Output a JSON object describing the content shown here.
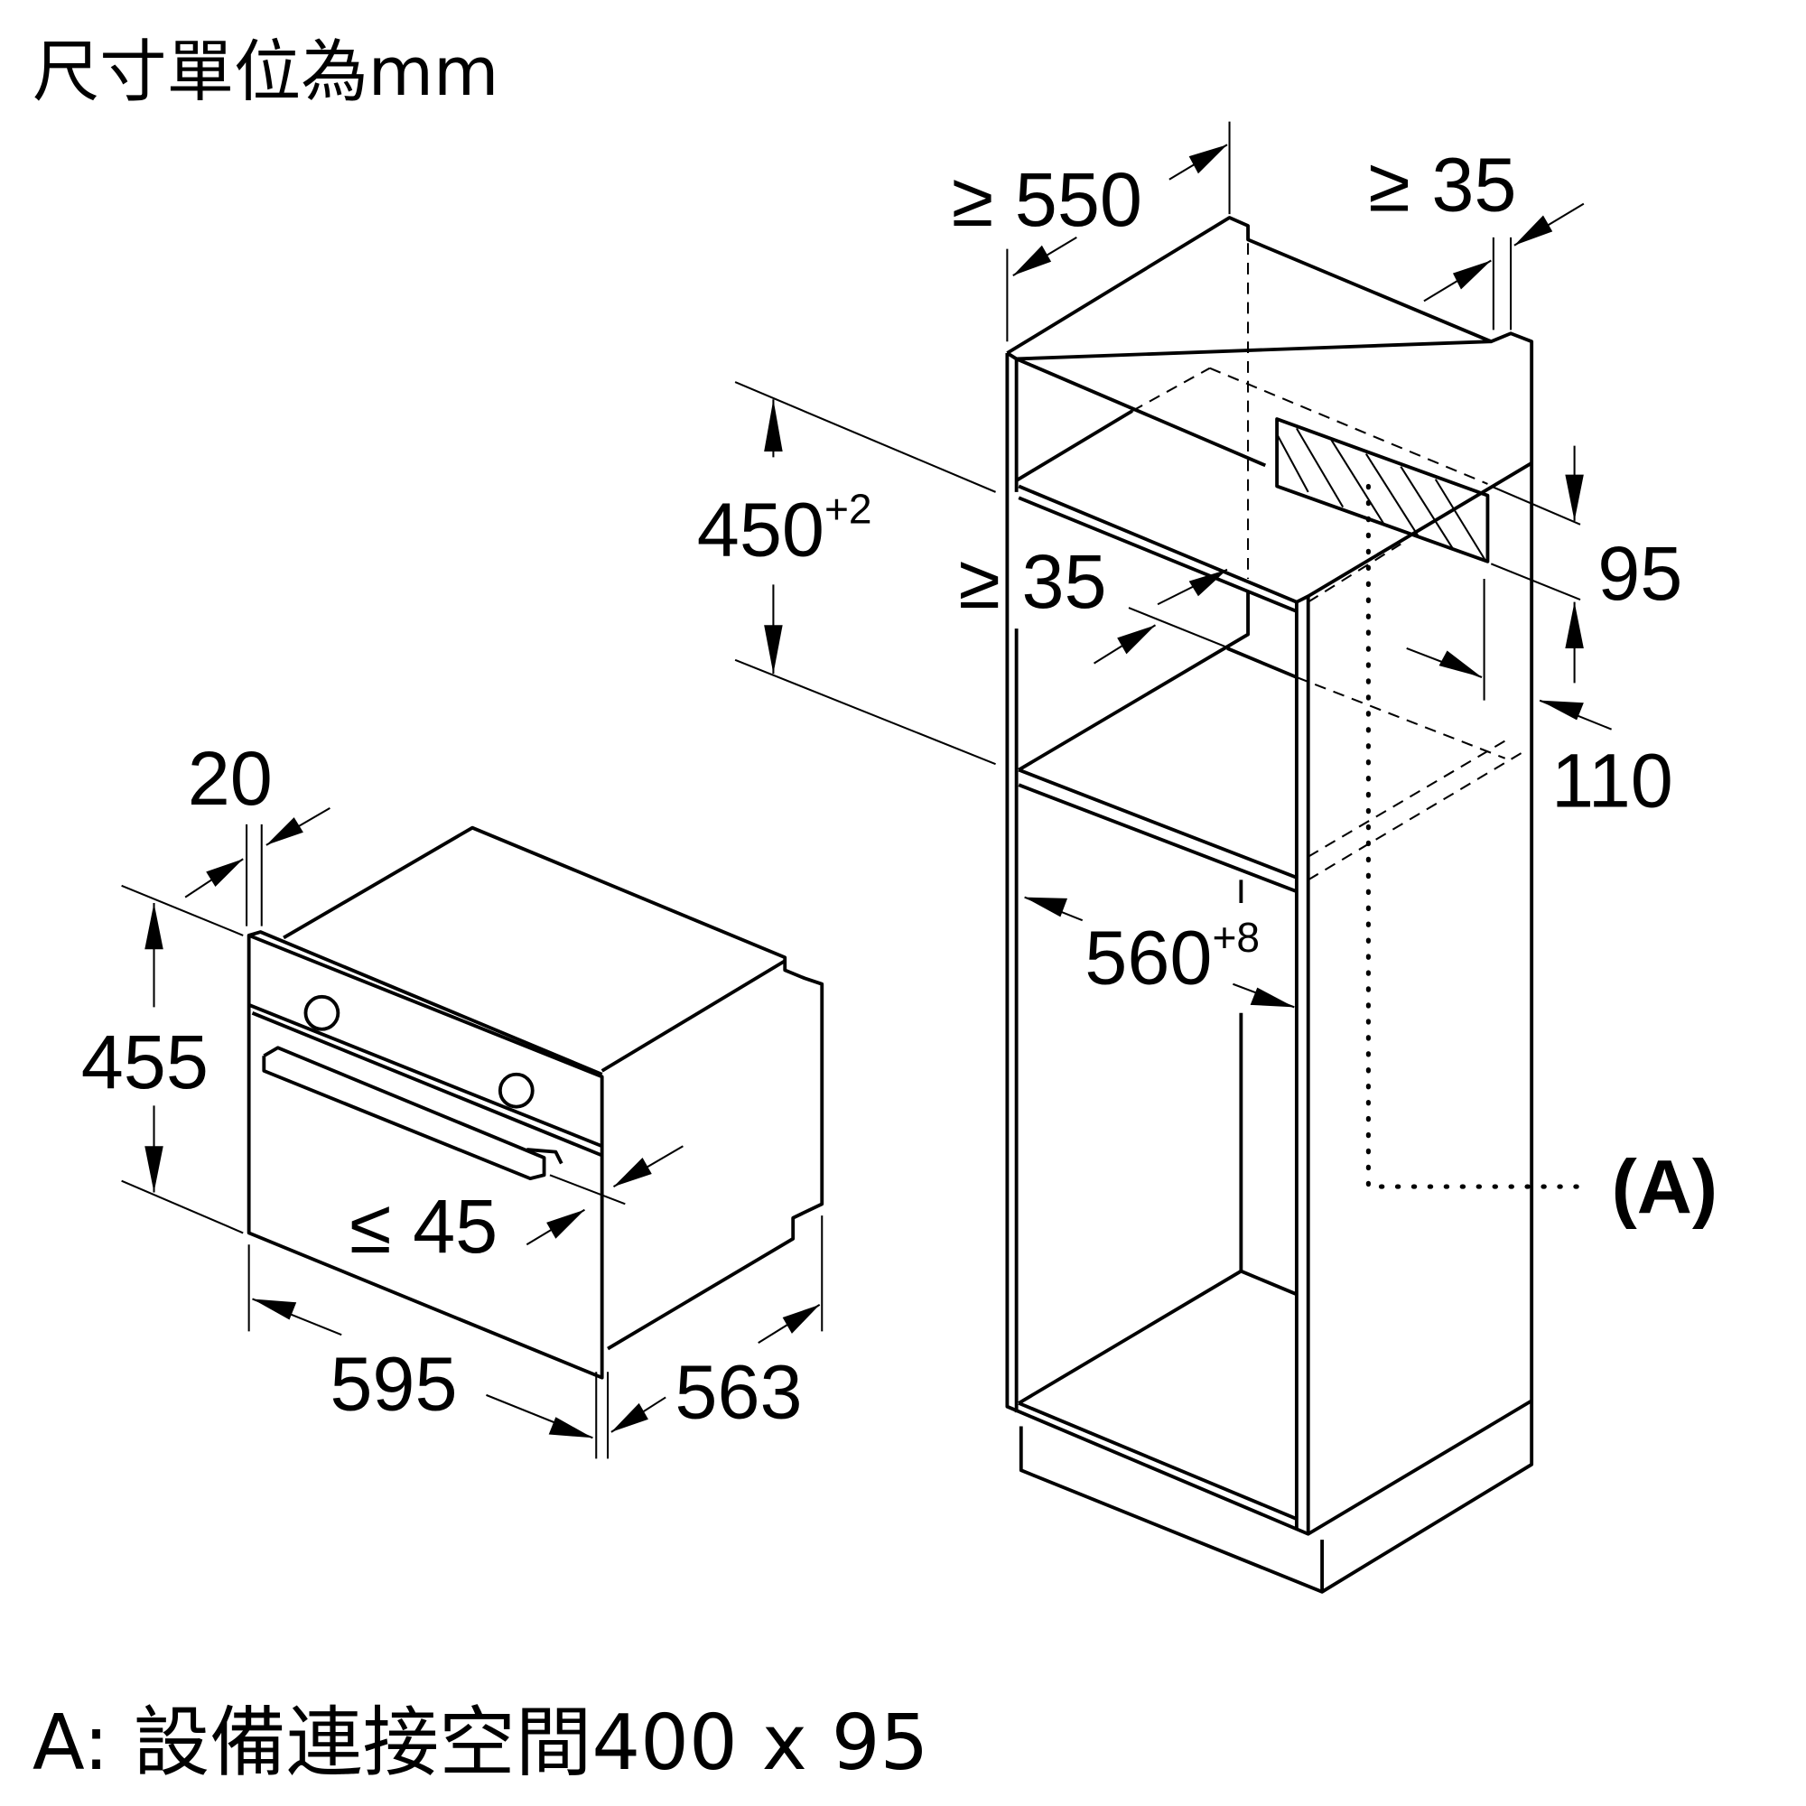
{
  "title": "尺寸單位為mm",
  "footer": "A: 設備連接空間400 x 95",
  "cabinet": {
    "depth_min": "≥ 550",
    "rear_gap_top": "≥ 35",
    "height": "450",
    "height_tol": "+2",
    "rear_gap_mid": "≥ 35",
    "vent_height": "95",
    "vent_offset": "110",
    "width": "560",
    "width_tol": "+8",
    "connection_label": "(A)"
  },
  "oven": {
    "front_thickness": "20",
    "height": "455",
    "handle_depth": "≤ 45",
    "width": "595",
    "depth": "563"
  }
}
